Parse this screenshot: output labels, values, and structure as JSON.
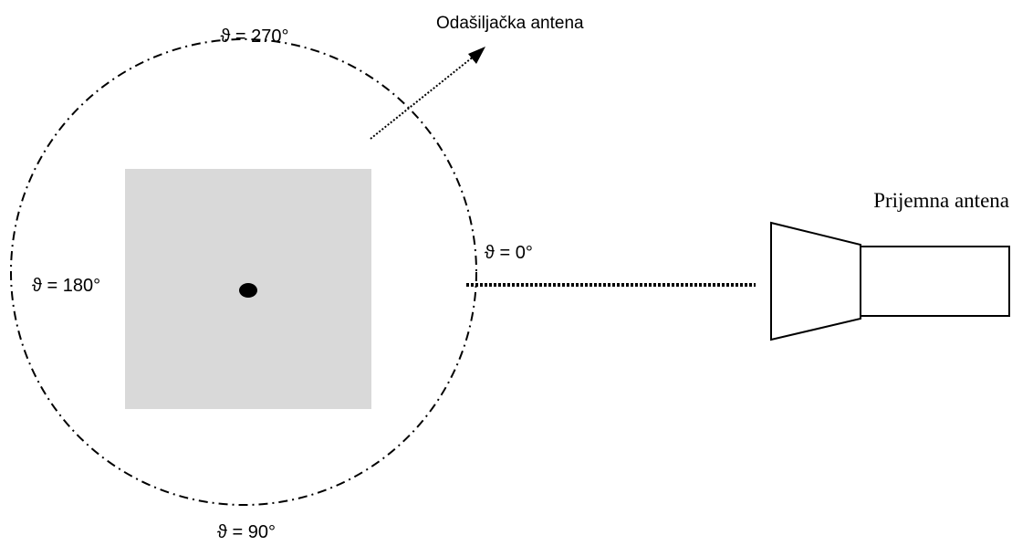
{
  "labels": {
    "angle_top": "ϑ = 270°",
    "angle_bottom": "ϑ = 90°",
    "angle_left": "ϑ = 180°",
    "angle_right": "ϑ = 0°",
    "transmit_antenna": "Odašiljačka antena",
    "receive_antenna": "Prijemna antena"
  },
  "colors": {
    "background": "#ffffff",
    "stroke": "#000000",
    "shaded_area": "#d9d9d9"
  }
}
